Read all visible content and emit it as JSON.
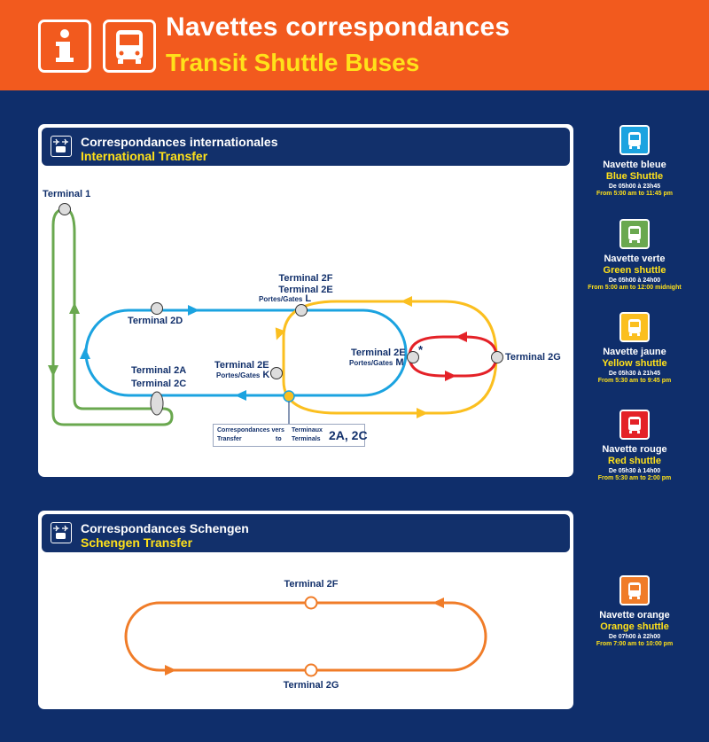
{
  "header": {
    "title_fr": "Navettes correspondances",
    "title_en": "Transit Shuttle Buses",
    "info_icon": "info-icon",
    "bus_icon": "bus-icon",
    "colors": {
      "banner": "#f25a1e",
      "background": "#0f2e6b",
      "accent": "#ffe11a"
    }
  },
  "international": {
    "title_fr": "Correspondances internationales",
    "title_en": "International Transfer",
    "icon": "plane-bus-icon",
    "terminals": {
      "t1": "Terminal 1",
      "t2f": "Terminal 2F",
      "t2e_top": "Terminal 2E",
      "gates_l": "Portes/Gates",
      "gate_l": "L",
      "t2d": "Terminal 2D",
      "t2e_m": "Terminal 2E",
      "gates_m": "Portes/Gates",
      "gate_m": "M",
      "star": "*",
      "t2g": "Terminal 2G",
      "t2a": "Terminal 2A",
      "t2c": "Terminal 2C",
      "t2e_k": "Terminal 2E",
      "gates_k": "Portes/Gates",
      "gate_k": "K"
    },
    "connection": {
      "fr": "Correspondances vers",
      "en": "Transfer",
      "to": "to",
      "terminaux": "Terminaux",
      "terminals": "Terminals",
      "target": "2A, 2C"
    }
  },
  "schengen": {
    "title_fr": "Correspondances Schengen",
    "title_en": "Schengen Transfer",
    "icon": "plane-bus-icon",
    "t2f": "Terminal 2F",
    "t2g": "Terminal 2G"
  },
  "legend": [
    {
      "name_fr": "Navette bleue",
      "name_en": "Blue Shuttle",
      "hours_fr": "De 05h00 à 23h45",
      "hours_en": "From 5:00 am to 11:45 pm",
      "color": "#1ba3e0",
      "icon": "bus-icon"
    },
    {
      "name_fr": "Navette verte",
      "name_en": "Green shuttle",
      "hours_fr": "De 05h00 à 24h00",
      "hours_en": "From 5:00 am to 12:00 midnight",
      "color": "#6aa84f",
      "icon": "bus-icon"
    },
    {
      "name_fr": "Navette jaune",
      "name_en": "Yellow shuttle",
      "hours_fr": "De 05h30 à 21h45",
      "hours_en": "From 5:30 am to 9:45 pm",
      "color": "#fbbf1f",
      "icon": "bus-icon"
    },
    {
      "name_fr": "Navette rouge",
      "name_en": "Red shuttle",
      "hours_fr": "De 05h30 à 14h00",
      "hours_en": "From 5:30 am to 2:00 pm",
      "color": "#e42127",
      "icon": "bus-icon"
    },
    {
      "name_fr": "Navette orange",
      "name_en": "Orange shuttle",
      "hours_fr": "De 07h00 à 22h00",
      "hours_en": "From 7:00 am to 10:00 pm",
      "color": "#f07c28",
      "icon": "bus-icon"
    }
  ]
}
